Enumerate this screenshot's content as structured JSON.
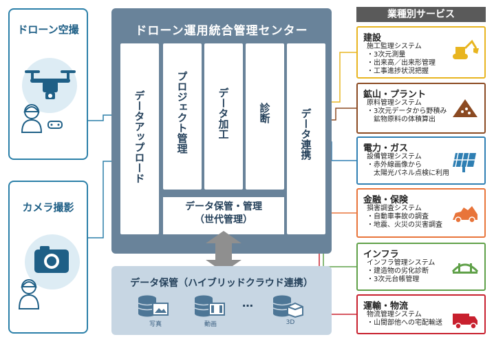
{
  "left": {
    "drone": {
      "title": "ドローン空撮"
    },
    "camera": {
      "title": "カメラ撮影"
    }
  },
  "center": {
    "title": "ドローン運用統合管理センター",
    "columns": [
      "データアップロード",
      "プロジェクト管理",
      "データ加工",
      "診断",
      "データ連携"
    ],
    "storage_mgmt": {
      "line1": "データ保管・管理",
      "line2": "（世代管理）"
    }
  },
  "bottom": {
    "title": "データ保管（ハイブリッドクラウド連携）",
    "items": [
      "写真",
      "動画",
      "3D"
    ],
    "ellipsis": "…"
  },
  "services": {
    "header": "業種別サービス",
    "items": [
      {
        "title": "建設",
        "lines": [
          "施工監理システム",
          "・3次元測量",
          "・出来高／出来形管理",
          "・工事進捗状況把握"
        ],
        "color": "#e8b520"
      },
      {
        "title": "鉱山・プラント",
        "lines": [
          "原料管理システム",
          "・3次元データから野積み",
          "　鉱物原料の体積算出"
        ],
        "color": "#8b4a22"
      },
      {
        "title": "電力・ガス",
        "lines": [
          "設備管理システム",
          "・赤外線画像から",
          "　太陽光パネル点検に利用"
        ],
        "color": "#2f7fb3"
      },
      {
        "title": "金融・保険",
        "lines": [
          "損害調査システム",
          "・自動車事故の調査",
          "・地震、火災の災害調査"
        ],
        "color": "#e8743a"
      },
      {
        "title": "インフラ",
        "lines": [
          "インフラ管理システム",
          "・建造物の劣化診断",
          "・3次元台帳管理"
        ],
        "color": "#5fa048"
      },
      {
        "title": "運輸・物流",
        "lines": [
          "物流管理システム",
          "・山間部他への宅配輸送"
        ],
        "color": "#c8202e"
      }
    ]
  }
}
